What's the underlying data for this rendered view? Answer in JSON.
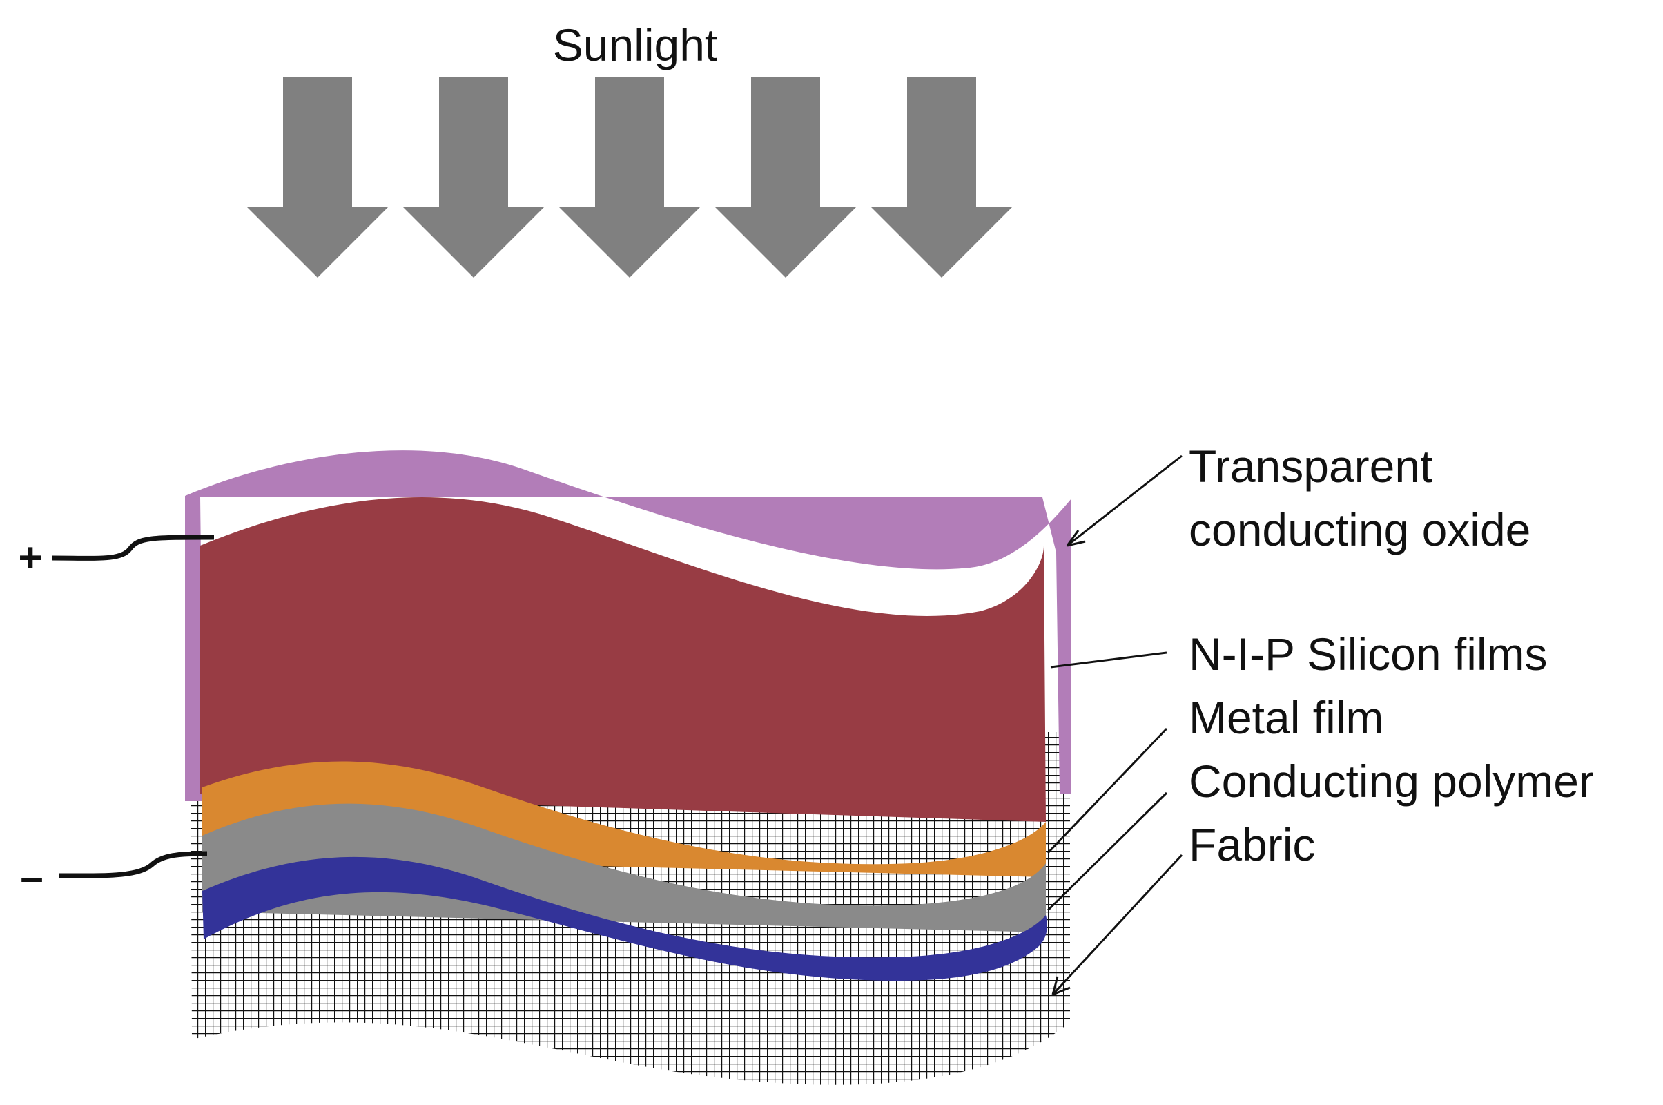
{
  "title": "Sunlight",
  "terminals": {
    "positive": "+",
    "negative": "–"
  },
  "layers": [
    {
      "label_lines": [
        "Transparent",
        "conducting oxide"
      ],
      "color": "#b27db8"
    },
    {
      "label_lines": [
        "N-I-P Silicon films"
      ],
      "color": "#983c44"
    },
    {
      "label_lines": [
        "Metal film"
      ],
      "color": "#d98830"
    },
    {
      "label_lines": [
        "Conducting polymer"
      ],
      "color": "#8a8a8a"
    },
    {
      "label_lines": [
        "Fabric"
      ],
      "color": "#333399"
    }
  ],
  "colors": {
    "arrow": "#808080",
    "fabric_grid": "#111111",
    "wire": "#111111"
  },
  "arrow_count": 5
}
